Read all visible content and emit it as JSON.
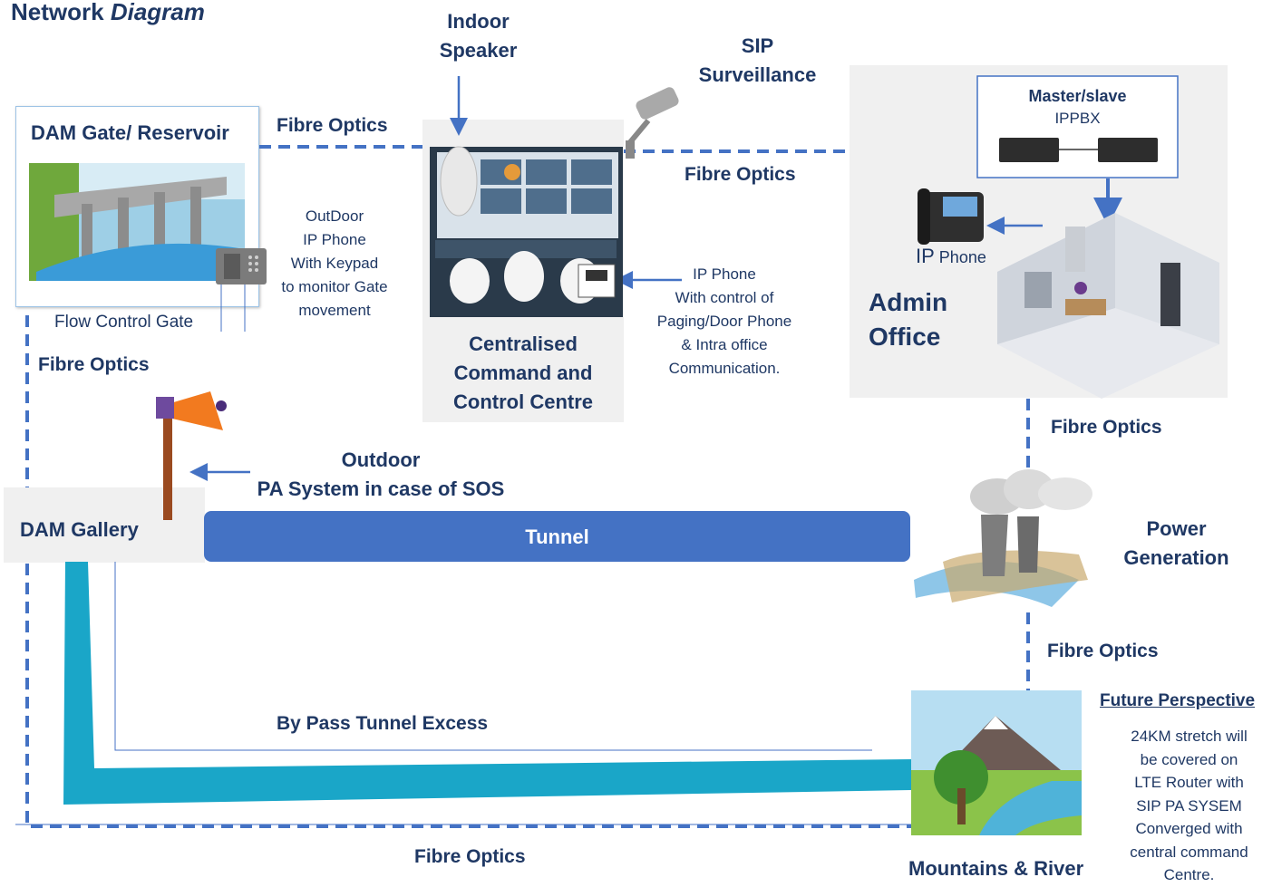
{
  "title": {
    "main": "Network ",
    "italic": "Diagram"
  },
  "labels": {
    "indoor_speaker": [
      "Indoor",
      "Speaker"
    ],
    "sip_surveillance": [
      "SIP",
      "Surveillance"
    ],
    "dam_gate": "DAM Gate/ Reservoir",
    "fibre_top_left": "Fibre Optics",
    "fibre_top_right": "Fibre Optics",
    "fibre_left": "Fibre Optics",
    "fibre_right_1": "Fibre Optics",
    "fibre_right_2": "Fibre Optics",
    "fibre_bottom": "Fibre Optics",
    "outdoor_ip_phone": [
      "OutDoor",
      "IP Phone",
      "With Keypad",
      "to monitor Gate",
      "movement"
    ],
    "flow_control_gate": "Flow Control Gate",
    "command_centre": [
      "Centralised",
      "Command and",
      "Control Centre"
    ],
    "ip_phone_control": [
      "IP Phone",
      "With control of",
      "Paging/Door Phone",
      "& Intra office",
      "Communication."
    ],
    "master_slave": "Master/slave",
    "ippbx": "IPPBX",
    "ip_phone_big": "IP",
    "ip_phone_small": " Phone",
    "admin_office": [
      "Admin",
      "Office"
    ],
    "outdoor_pa": [
      "Outdoor",
      "PA System in case of SOS"
    ],
    "dam_gallery": "DAM Gallery",
    "tunnel": "Tunnel",
    "power_generation": [
      "Power",
      "Generation"
    ],
    "bypass": "By Pass Tunnel Excess",
    "mountains": "Mountains & River",
    "future_title": "Future Perspective",
    "future_text": [
      "24KM stretch will",
      "be covered on",
      "LTE Router with",
      "SIP PA SYSEM",
      "Converged with",
      "central command",
      "Centre."
    ]
  },
  "colors": {
    "text": "#1f3864",
    "line": "#4472c4",
    "tunnel": "#4472c4",
    "bypass": "#1aa6c8",
    "panel": "#f0f0f0"
  }
}
